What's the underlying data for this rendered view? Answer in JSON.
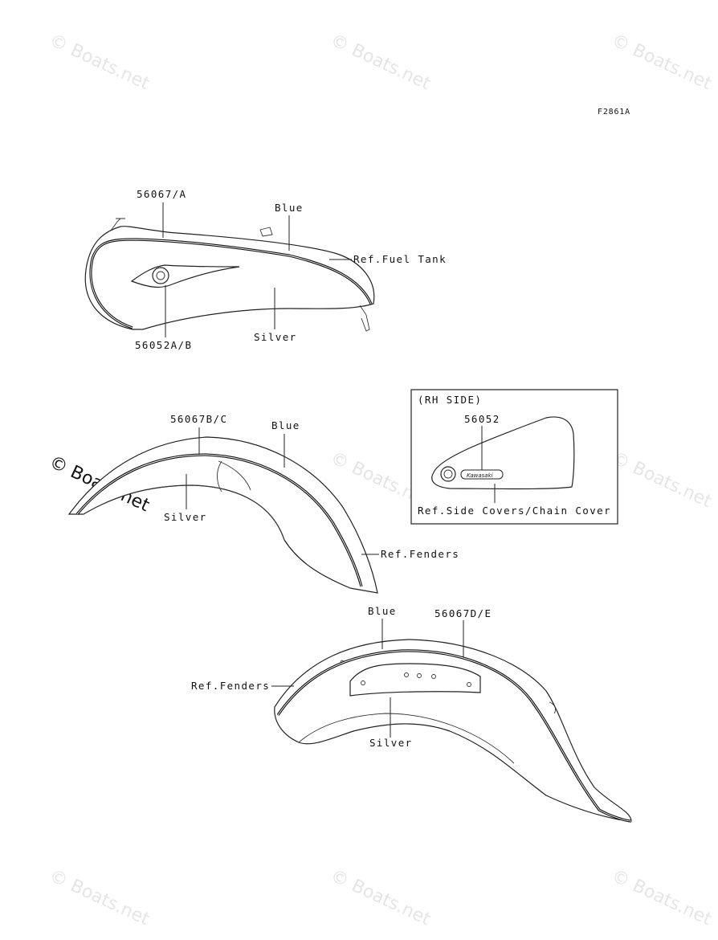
{
  "figure_code": "F2861A",
  "watermark": "© Boats.net",
  "tank": {
    "part_stripe": "56067/A",
    "part_emblem": "56052A/B",
    "color_upper": "Blue",
    "color_lower": "Silver",
    "ref": "Ref.Fuel Tank"
  },
  "front_fender": {
    "part_stripe": "56067B/C",
    "color_upper": "Blue",
    "color_lower": "Silver",
    "ref": "Ref.Fenders"
  },
  "side_cover": {
    "title": "(RH SIDE)",
    "part": "56052",
    "badge": "Kawasaki",
    "ref": "Ref.Side Covers/Chain Cover"
  },
  "rear_fender": {
    "color_upper": "Blue",
    "part_stripe": "56067D/E",
    "ref": "Ref.Fenders",
    "color_lower": "Silver"
  }
}
